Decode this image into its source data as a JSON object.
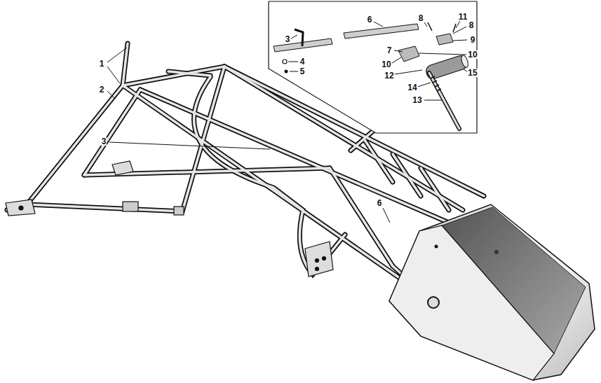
{
  "diagram": {
    "labels": [
      "1",
      "2",
      "3",
      "6",
      "6",
      "8",
      "11",
      "8",
      "3",
      "9",
      "7",
      "10",
      "4",
      "10",
      "5",
      "12",
      "15",
      "14",
      "13"
    ]
  }
}
